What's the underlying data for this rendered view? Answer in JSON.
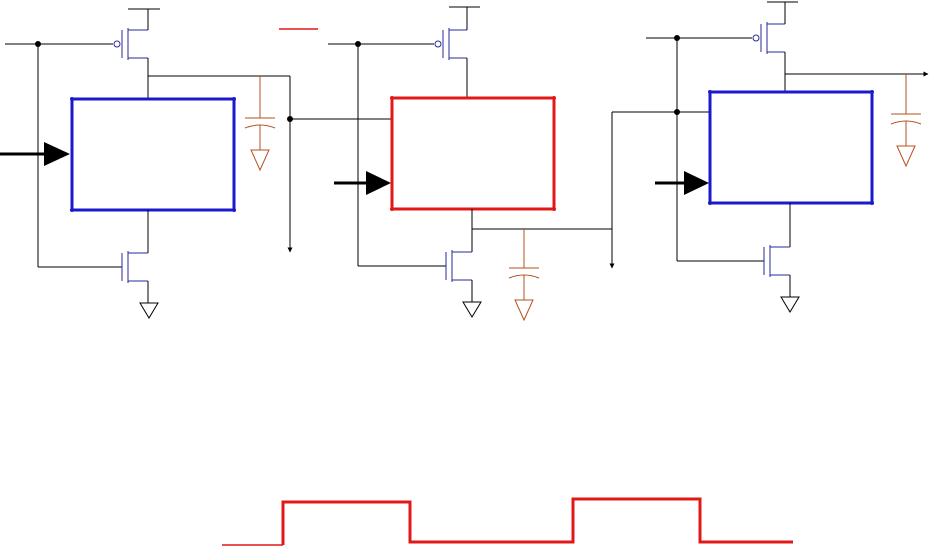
{
  "diagram": {
    "title": "",
    "colors": {
      "wire": "#000000",
      "transistor": "#2a2a9a",
      "capacitor": "#b5501f",
      "block_precharge": "#1a1acc",
      "block_evaluate": "#e01818",
      "clock_wave": "#e01818",
      "overbar": "#e01818"
    },
    "stages": [
      {
        "id": "stage-1",
        "block_role": "precharge-block"
      },
      {
        "id": "stage-2",
        "block_role": "evaluate-block"
      },
      {
        "id": "stage-3",
        "block_role": "precharge-block"
      }
    ],
    "clock_waveform": {
      "levels": [
        0,
        1,
        0,
        1,
        0
      ]
    }
  }
}
